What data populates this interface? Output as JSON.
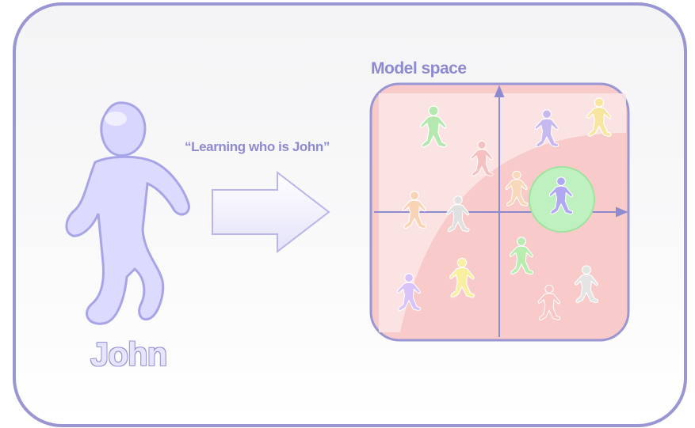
{
  "caption": "“Learning who is John”",
  "model_space_title": "Model space",
  "person_name": "John",
  "colors": {
    "frame_border": "#9a96d4",
    "label_text": "#8e8ad0",
    "model_box_fill": "#f8caca",
    "model_box_border": "#9a96d4",
    "highlight_circle": "#bff0bf"
  },
  "figures": [
    {
      "color": "#b4e8b0"
    },
    {
      "color": "#c8b8f0"
    },
    {
      "color": "#f8e6a0"
    },
    {
      "color": "#f6c0c0"
    },
    {
      "color": "#f8d8b8"
    },
    {
      "color": "#b0a8f0"
    },
    {
      "color": "#f8d4b4"
    },
    {
      "color": "#e0e0e0"
    },
    {
      "color": "#b8ecb0"
    },
    {
      "color": "#d8c4f8"
    },
    {
      "color": "#f8f0a0"
    },
    {
      "color": "#f8c8c8"
    },
    {
      "color": "#e4e4e4"
    }
  ]
}
